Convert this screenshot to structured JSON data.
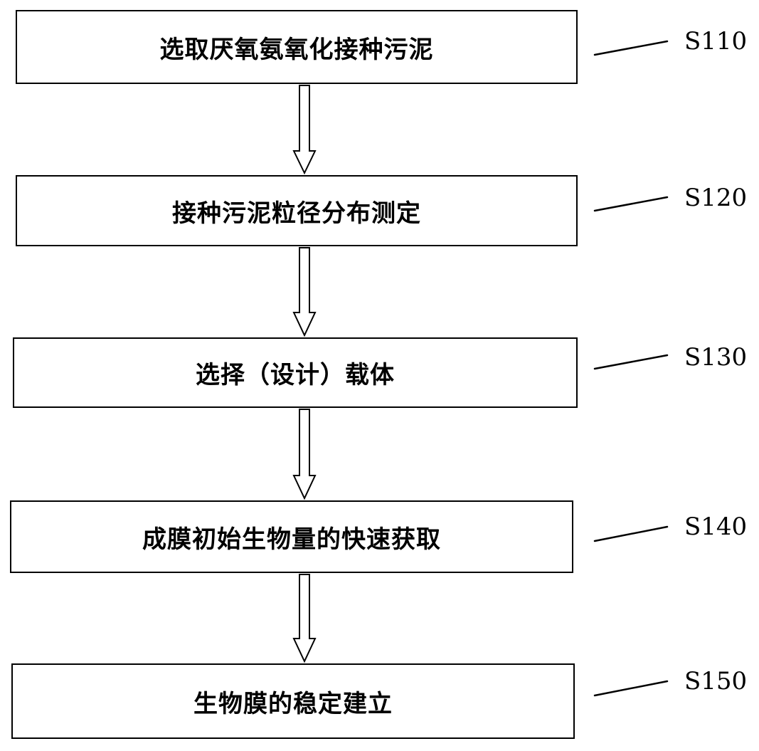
{
  "flowchart": {
    "steps": [
      {
        "label": "选取厌氧氨氧化接种污泥",
        "id": "S110"
      },
      {
        "label": "接种污泥粒径分布测定",
        "id": "S120"
      },
      {
        "label": "选择（设计）载体",
        "id": "S130"
      },
      {
        "label": "成膜初始生物量的快速获取",
        "id": "S140"
      },
      {
        "label": "生物膜的稳定建立",
        "id": "S150"
      }
    ]
  },
  "colors": {
    "stroke": "#000000",
    "background": "#ffffff"
  }
}
